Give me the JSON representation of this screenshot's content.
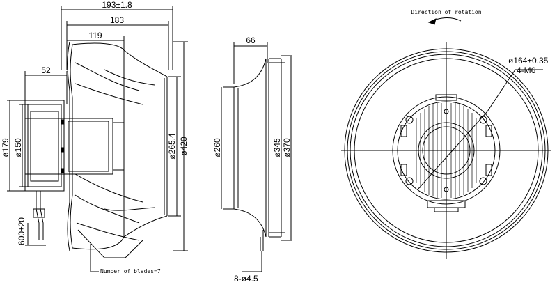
{
  "labels": {
    "overall_depth": "193±1.8",
    "impeller_depth": "183",
    "wheel_depth": "119",
    "motor_box_depth": "52",
    "motor_box_height": "ø179",
    "motor_body_diameter": "ø150",
    "inlet_diameter": "ø265.4",
    "impeller_diameter": "ø420",
    "cable_length": "600±20",
    "blade_note": "Number of blades=7",
    "cone_depth": "66",
    "cone_throat": "ø260",
    "cone_mid_diameter": "ø345",
    "cone_outer_diameter": "ø370",
    "cone_holes": "8-ø4.5",
    "rotation_note": "Direction of rotation",
    "bolt_circle": "ø164±0.35",
    "bolt_holes": "4-M6"
  }
}
